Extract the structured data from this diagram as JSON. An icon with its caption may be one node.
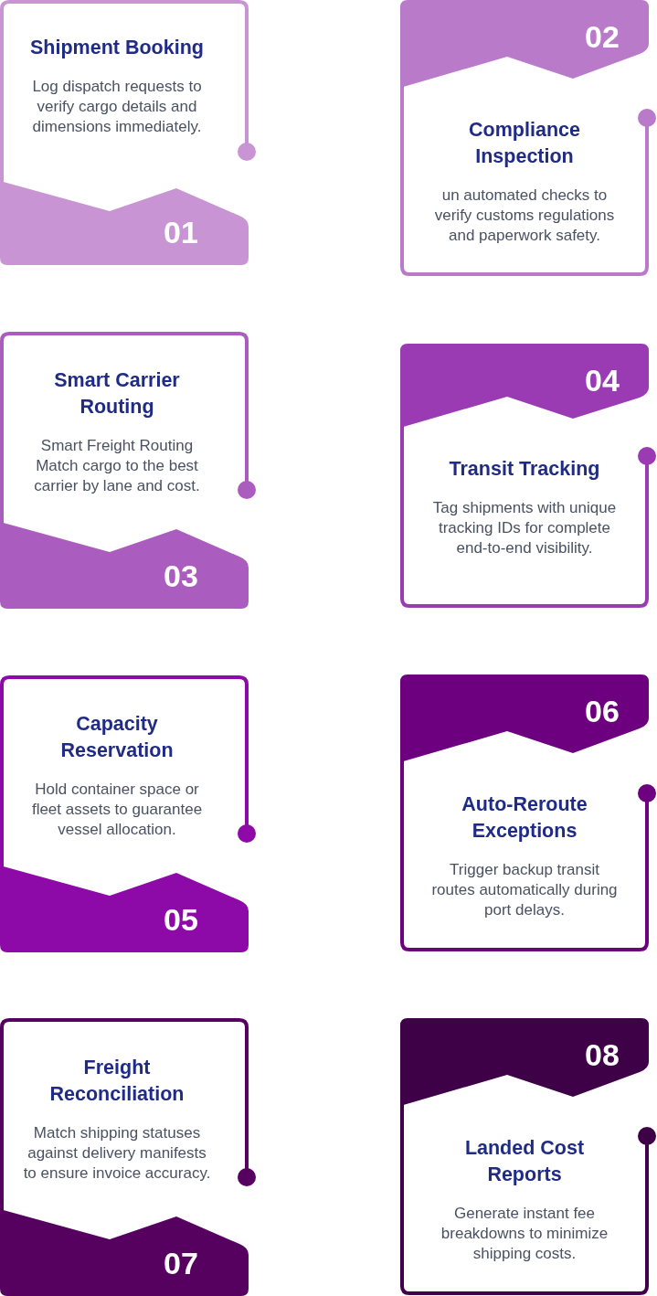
{
  "diagram": {
    "nodes": [
      {
        "text": [
          "Shipment Booking",
          "Log dispatch requests to verify cargo details and dimensions immediately.",
          "01"
        ]
      },
      {
        "text": [
          "02",
          "Compliance Inspection",
          "un automated checks to verify customs regulations and paperwork safety."
        ]
      },
      {
        "text": [
          "Smart Carrier Routing",
          "Smart Freight Routing Match cargo to the best carrier by lane and cost.",
          "03"
        ]
      },
      {
        "text": [
          "04",
          "Transit Tracking",
          "Tag shipments with unique tracking IDs for complete end-to-end visibility."
        ]
      },
      {
        "text": [
          "Capacity Reservation",
          "Hold container space or fleet assets to guarantee vessel allocation.",
          "05"
        ]
      },
      {
        "text": [
          "06",
          "Auto-Reroute Exceptions",
          "Trigger backup transit routes automatically during port delays."
        ]
      },
      {
        "text": [
          "Freight Reconciliation",
          "Match shipping statuses against delivery manifests to ensure invoice accuracy.",
          "07"
        ]
      },
      {
        "text": [
          "08",
          "Landed Cost Reports",
          "Generate instant fee breakdowns to minimize shipping costs."
        ]
      }
    ]
  }
}
